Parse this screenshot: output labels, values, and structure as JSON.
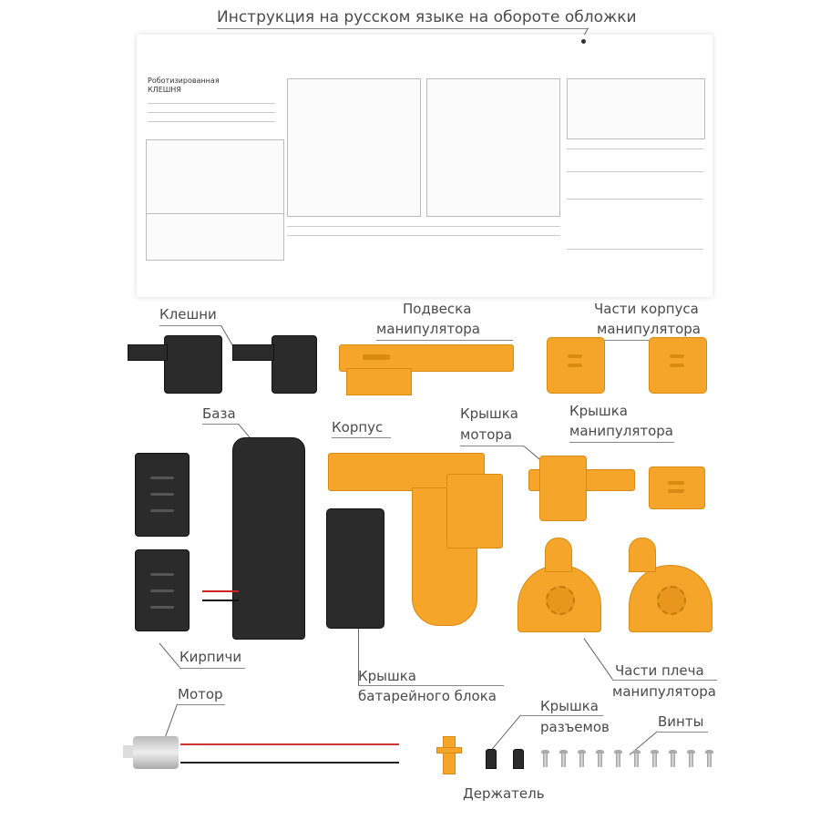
{
  "header": {
    "title": "Инструкция на русском языке на обороте обложки"
  },
  "instruction_sheet": {
    "title_line1": "Роботизированная",
    "title_line2": "КЛЕШНЯ"
  },
  "labels": {
    "claws": "Клешни",
    "suspension_l1": "Подвеска",
    "suspension_l2": "манипулятора",
    "body_parts_l1": "Части корпуса",
    "body_parts_l2": "манипулятора",
    "base": "База",
    "housing": "Корпус",
    "motor_cover_l1": "Крышка",
    "motor_cover_l2": "мотора",
    "manip_cover_l1": "Крышка",
    "manip_cover_l2": "манипулятора",
    "bricks": "Кирпичи",
    "battery_cover_l1": "Крышка",
    "battery_cover_l2": "батарейного блока",
    "shoulder_l1": "Части плеча",
    "shoulder_l2": "манипулятора",
    "motor": "Мотор",
    "connector_cover_l1": "Крышка",
    "connector_cover_l2": "разъемов",
    "screws": "Винты",
    "holder": "Держатель"
  },
  "colors": {
    "orange": "#f5a52a",
    "black": "#2b2b2b",
    "text": "#4a4a4a"
  }
}
